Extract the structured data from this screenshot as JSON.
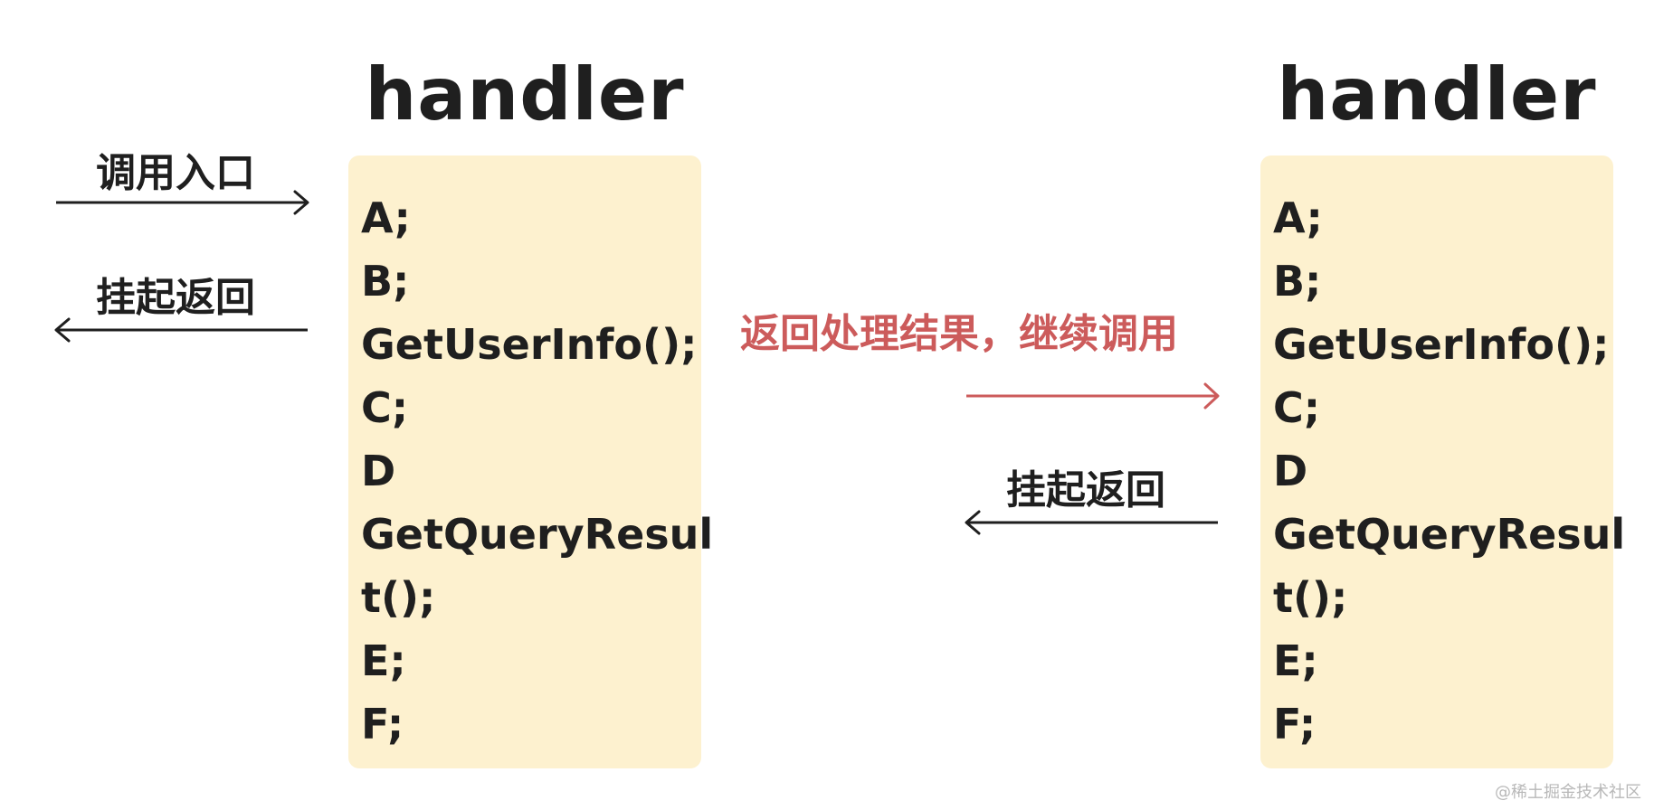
{
  "left_panel": {
    "title": "handler",
    "lines": [
      "A;",
      "B;",
      "GetUserInfo();",
      "C;",
      "D",
      "GetQueryResul",
      "t();",
      "E;",
      "F;"
    ]
  },
  "right_panel": {
    "title": "handler",
    "lines": [
      "A;",
      "B;",
      "GetUserInfo();",
      "C;",
      "D",
      "GetQueryResul",
      "t();",
      "E;",
      "F;"
    ]
  },
  "labels": {
    "call_entry": "调用入口",
    "suspend_return_left": "挂起返回",
    "return_result_continue": "返回处理结果，继续调用",
    "suspend_return_right": "挂起返回"
  },
  "colors": {
    "code_box_bg": "#fdf1cf",
    "text": "#1f1f1f",
    "accent_red": "#cc5b5b"
  },
  "watermark": "@稀土掘金技术社区"
}
